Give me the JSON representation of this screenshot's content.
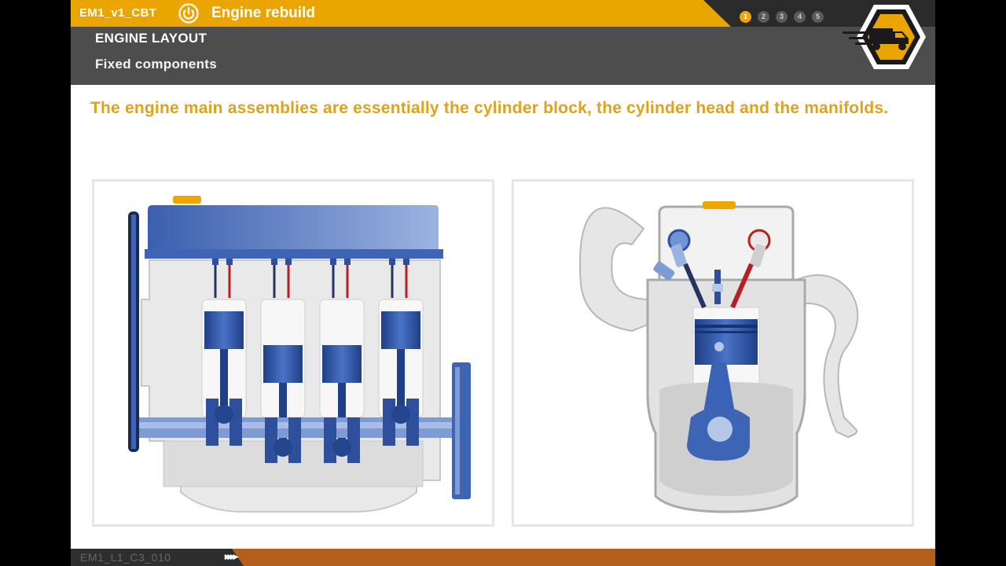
{
  "header": {
    "course_code": "EM1_v1_CBT",
    "module_title": "Engine rebuild",
    "power_icon": "power-icon",
    "progress_steps": [
      "1",
      "2",
      "3",
      "4",
      "5"
    ],
    "active_step": 1
  },
  "subheader": {
    "chapter_title": "ENGINE LAYOUT",
    "section_title": "Fixed components"
  },
  "logo": {
    "icon": "delivery-truck-logo-icon"
  },
  "main": {
    "intro_text": "The engine main assemblies are essentially the cylinder block, the cylinder head and the manifolds."
  },
  "illustrations": {
    "left": "inline-four-engine-cutaway-icon",
    "right": "single-cylinder-cross-section-icon"
  },
  "footer": {
    "slide_id": "EM1_L1_C3_010",
    "next_arrows": "▸▸▸▸"
  },
  "colors": {
    "accent": "#eaa500",
    "intro_text": "#e1a21a",
    "engine_blue": "#3a63b8",
    "footer": "#b45f1c"
  }
}
